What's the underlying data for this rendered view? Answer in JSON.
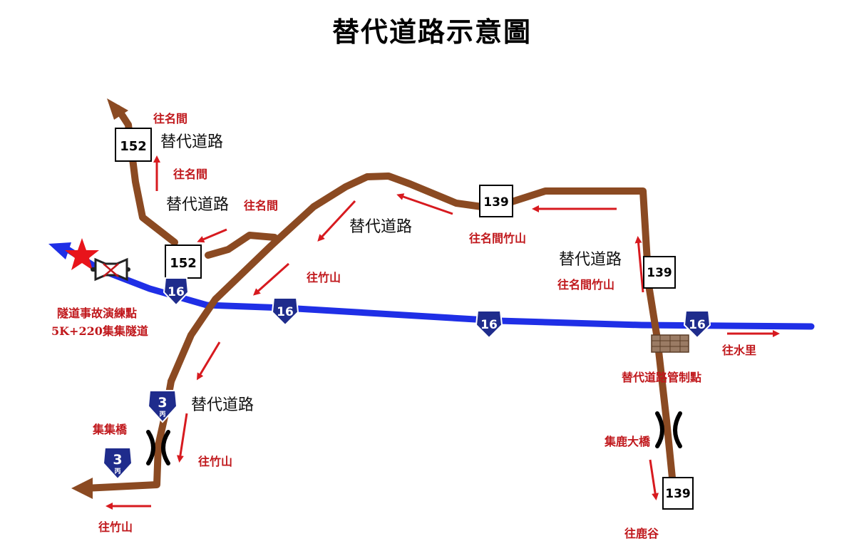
{
  "title": "替代道路示意圖",
  "colors": {
    "brown_road": "#8b4a22",
    "blue_road": "#1f2fe6",
    "red": "#d71a1f",
    "shield": "#1f2c8c"
  },
  "labels": {
    "alt_road": "替代道路",
    "to_mingjian": "往名間",
    "to_mingjian_zhushan": "往名間竹山",
    "to_zhushan": "往竹山",
    "to_shuili": "往水里",
    "to_lugu": "往鹿谷",
    "drill_line1": "隧道事故演練點",
    "drill_line2": "5K+220集集隧道",
    "control_point": "替代道路管制點",
    "jiji_bridge": "集集橋",
    "jilu_bridge": "集鹿大橋"
  },
  "signs": {
    "r152": "152",
    "r139": "139",
    "r16": "16",
    "r3": "3",
    "r3_sub": "丙"
  },
  "icons": [
    "star-icon",
    "tunnel-closed-icon",
    "bridge-icon",
    "barrier-icon"
  ]
}
